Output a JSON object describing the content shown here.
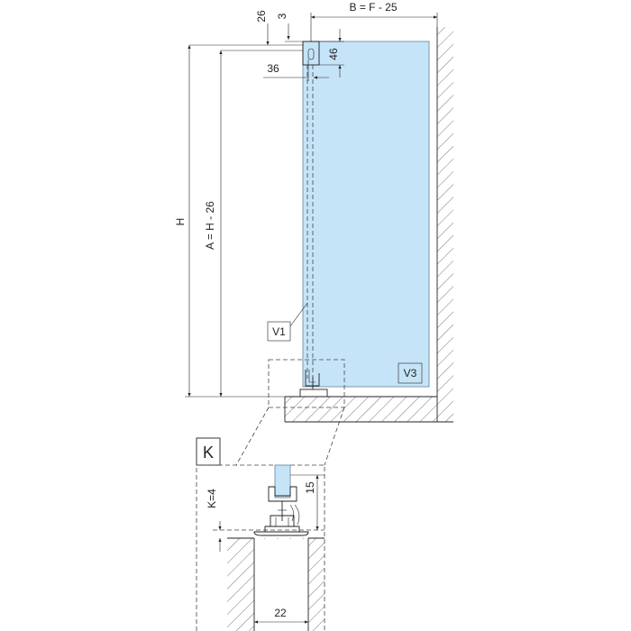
{
  "colors": {
    "glass": "#c6e4f8",
    "line": "#222222",
    "hatch": "#555555"
  },
  "labels": {
    "dim_26": "26",
    "dim_3": "3",
    "dim_b": "B = F - 25",
    "dim_46": "46",
    "dim_36": "36",
    "dim_h": "H",
    "dim_a": "A = H - 26",
    "v1": "V1",
    "v3": "V3",
    "detail": "K",
    "dim_k": "K=4",
    "dim_15": "15",
    "dim_22": "22"
  }
}
